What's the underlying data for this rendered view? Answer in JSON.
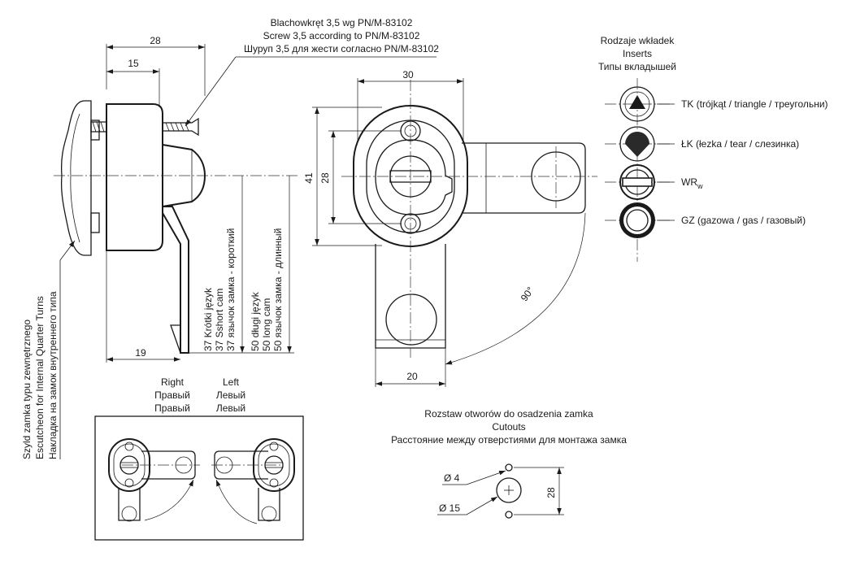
{
  "screw_note": {
    "lines": [
      "Blachowkręt 3,5 wg PN/M-83102",
      "Screw 3,5 according to PN/M-83102",
      "Шуруп 3,5 для жести согласно PN/M-83102"
    ]
  },
  "escutcheon_note": {
    "lines": [
      "Szyld zamka typu zewnętrznego",
      "Escutcheon for Internal Quarter Turns",
      "Накладка на замок внутреннего типа"
    ]
  },
  "side_dims": {
    "d28": "28",
    "d15": "15",
    "d19": "19"
  },
  "cam_short": {
    "lines": [
      "37 Krótki język",
      "37 Sshort cam",
      "37 язычок замка - короткий"
    ]
  },
  "cam_long": {
    "lines": [
      "50 długi język",
      "50 long cam",
      "50 язычок замка - длинный"
    ]
  },
  "front_dims": {
    "d30": "30",
    "d41": "41",
    "d28": "28",
    "d20": "20",
    "angle": "90°"
  },
  "inserts": {
    "title": [
      "Rodzaje wkładek",
      "Inserts",
      "Типы вкладышей"
    ],
    "items": [
      {
        "code": "tk",
        "label": "TK (trójkąt / triangle / треугольни)"
      },
      {
        "code": "lk",
        "label": "ŁK (łezka / tear / слезинка)"
      },
      {
        "code": "wrw",
        "label": "WR",
        "subscript": "w"
      },
      {
        "code": "gz",
        "label": "GZ (gazowa / gas / газовый)"
      }
    ]
  },
  "direction": {
    "right": [
      "Right",
      "Правый",
      "Правый"
    ],
    "left": [
      "Left",
      "Левый",
      "Левый"
    ]
  },
  "cutouts": {
    "title": [
      "Rozstaw otworów do osadzenia zamka",
      "Cutouts",
      "Расстояние между отверстиями для монтажа замка"
    ],
    "small_hole": "Ø 4",
    "large_hole": "Ø 15",
    "spacing": "28"
  }
}
